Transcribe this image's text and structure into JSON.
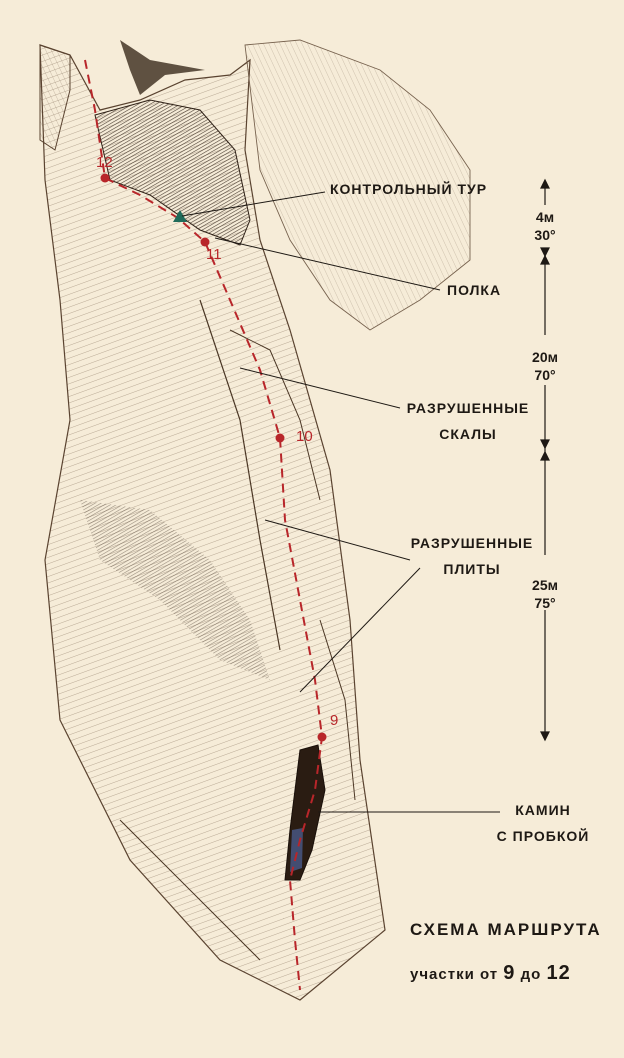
{
  "labels": {
    "control_cairn": "КОНТРОЛЬНЫЙ ТУР",
    "ledge": "ПОЛКА",
    "broken_rocks_1": "РАЗРУШЕННЫЕ",
    "broken_rocks_2": "СКАЛЫ",
    "broken_slabs_1": "РАЗРУШЕННЫЕ",
    "broken_slabs_2": "ПЛИТЫ",
    "chimney_1": "КАМИН",
    "chimney_2": "С ПРОБКОЙ"
  },
  "route_points": [
    "12",
    "11",
    "10",
    "9"
  ],
  "segments": [
    {
      "length": "4м",
      "angle": "30°"
    },
    {
      "length": "20м",
      "angle": "70°"
    },
    {
      "length": "25м",
      "angle": "75°"
    }
  ],
  "title": {
    "line1": "СХЕМА МАРШРУТА",
    "line2_prefix": "участки от",
    "line2_from": "9",
    "line2_mid": "до",
    "line2_to": "12"
  },
  "colors": {
    "paper": "#f6ecd8",
    "ink": "#3a2a1c",
    "route": "#b8262a",
    "cairn": "#1f6b5a"
  }
}
